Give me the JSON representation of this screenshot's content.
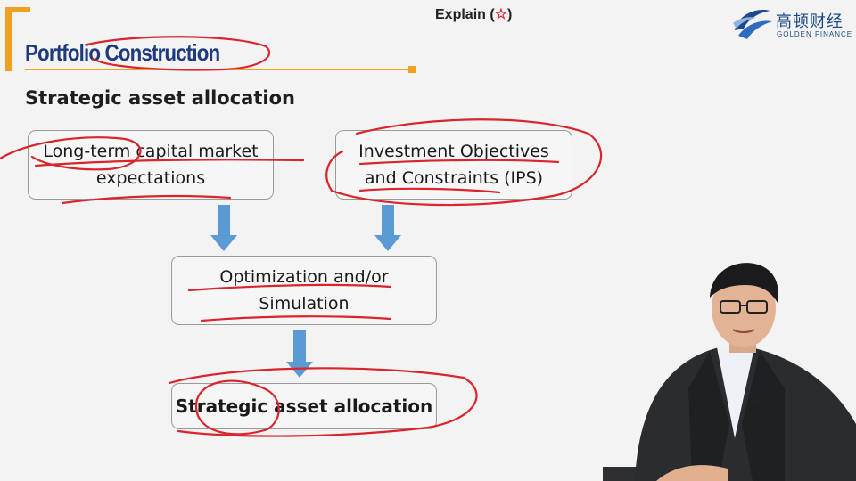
{
  "header": {
    "title": "Explain",
    "star": "☆"
  },
  "logo": {
    "chinese_name": "高顿财经",
    "english_name": "GOLDEN FINANCE"
  },
  "slide": {
    "section_title": "Portfolio Construction",
    "subtitle": "Strategic asset allocation",
    "boxes": {
      "capital_market": [
        "Long-term capital market",
        "expectations"
      ],
      "objectives": [
        "Investment Objectives",
        "and Constraints (IPS)"
      ],
      "optimization": [
        "Optimization and/or",
        "Simulation"
      ],
      "result": "Strategic asset allocation"
    }
  },
  "colors": {
    "title_blue": "#1f3a7d",
    "accent_orange": "#f0a020",
    "arrow_blue": "#5b9bd5",
    "annotation_red": "#d9252b"
  }
}
